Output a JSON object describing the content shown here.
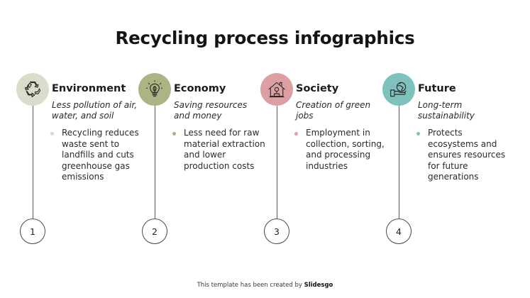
{
  "title": "Recycling process infographics",
  "items": [
    {
      "number": "1",
      "heading": "Environment",
      "subtitle": "Less pollution of air, water, and soil",
      "bullet": "Recycling reduces waste sent to landfills and cuts greenhouse gas emissions",
      "icon": "recycle-icon",
      "color": "#dcdccb",
      "bullet_color": "#d7d9c4"
    },
    {
      "number": "2",
      "heading": "Economy",
      "subtitle": "Saving resources and money",
      "bullet": "Less need for raw material extraction and lower production costs",
      "icon": "lightbulb-leaf-icon",
      "color": "#aab583",
      "bullet_color": "#a9b37f"
    },
    {
      "number": "3",
      "heading": "Society",
      "subtitle": "Creation of green jobs",
      "bullet": "Employment in collection, sorting, and processing industries",
      "icon": "house-icon",
      "color": "#de9fa3",
      "bullet_color": "#dd9ea2"
    },
    {
      "number": "4",
      "heading": "Future",
      "subtitle": "Long-term sustainability",
      "bullet": "Protects ecosystems and ensures resources for future generations",
      "icon": "hand-globe-icon",
      "color": "#7ec2be",
      "bullet_color": "#7ec1bd"
    }
  ],
  "footer": {
    "text": "This template has been created by ",
    "brand": "Slidesgo"
  }
}
